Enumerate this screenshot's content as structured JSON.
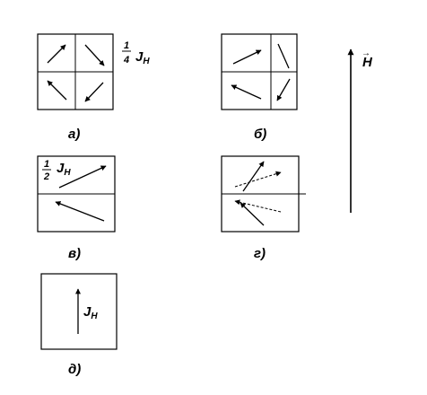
{
  "panels": {
    "a": {
      "caption": "а)",
      "fraction": {
        "numerator": "1",
        "denominator": "4"
      },
      "symbol": "J",
      "subscript": "H"
    },
    "b": {
      "caption": "б)"
    },
    "v": {
      "caption": "в)",
      "fraction": {
        "numerator": "1",
        "denominator": "2"
      },
      "symbol": "J",
      "subscript": "H"
    },
    "g": {
      "caption": "г)"
    },
    "d": {
      "caption": "д)",
      "symbol": "J",
      "subscript": "H"
    }
  },
  "field": {
    "symbol": "H",
    "vector_mark": "→"
  }
}
